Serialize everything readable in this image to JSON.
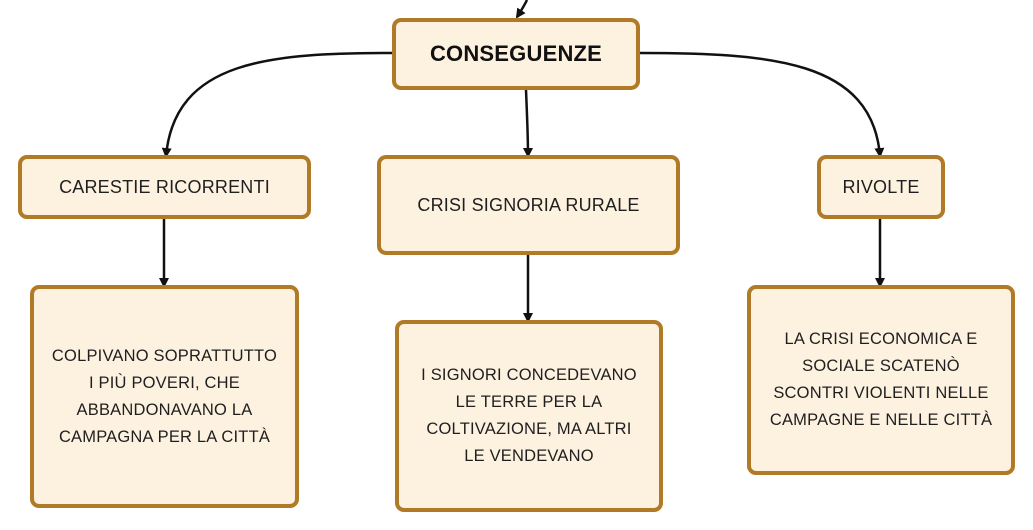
{
  "diagram": {
    "root": {
      "label": "CONSEGUENZE"
    },
    "branches": [
      {
        "label": "CARESTIE RICORRENTI",
        "detail": "COLPIVANO SOPRATTUTTO\nI PIÙ POVERI, CHE\nABBANDONAVANO LA\nCAMPAGNA PER LA CITTÀ"
      },
      {
        "label": "CRISI SIGNORIA RURALE",
        "detail": "I SIGNORI CONCEDEVANO\nLE TERRE PER LA\nCOLTIVAZIONE, MA ALTRI\nLE VENDEVANO"
      },
      {
        "label": "RIVOLTE",
        "detail": "LA CRISI ECONOMICA E\nSOCIALE SCATENÒ\nSCONTRI VIOLENTI NELLE\nCAMPAGNE E NELLE CITTÀ"
      }
    ]
  },
  "colors": {
    "node_fill": "#fdf1e0",
    "node_border": "#b07a26",
    "connector": "#111111"
  }
}
